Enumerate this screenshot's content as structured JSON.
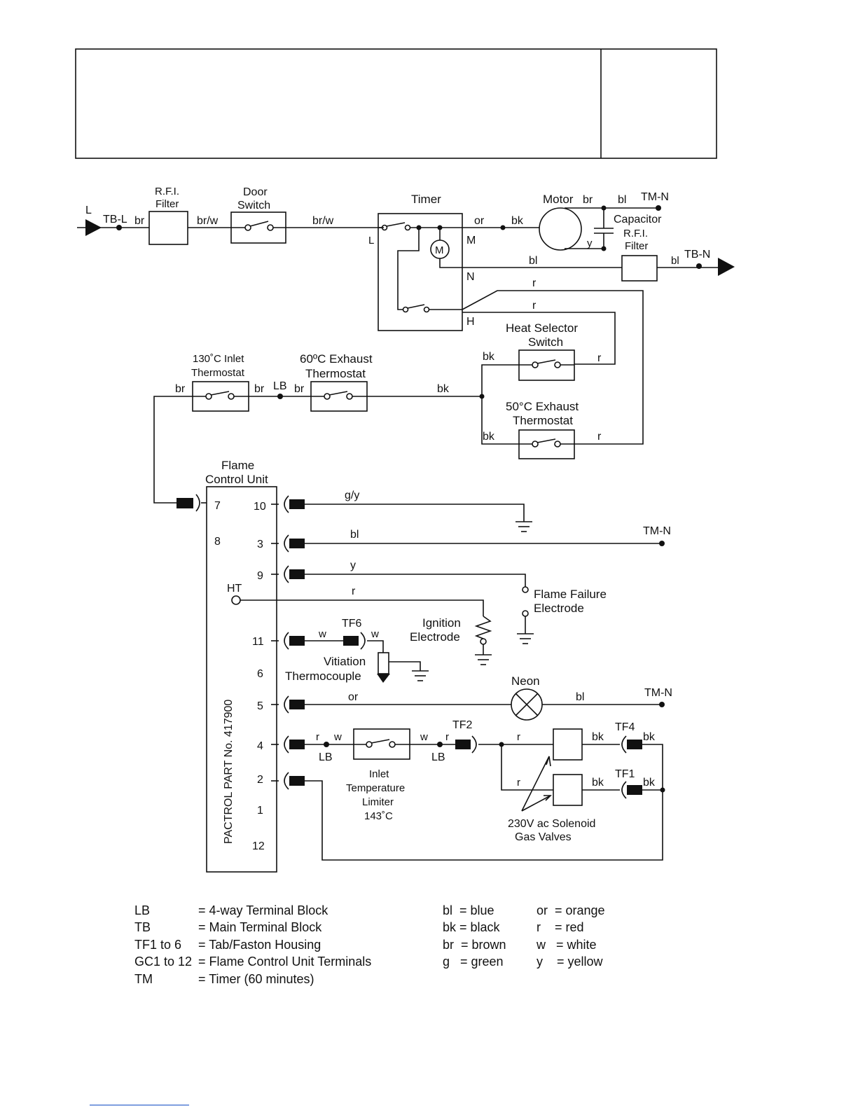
{
  "diagram": {
    "left_terminal": {
      "line": "L",
      "tb": "TB-L"
    },
    "rfi_filter": {
      "line1": "R.F.I.",
      "line2": "Filter"
    },
    "door_switch": {
      "line1": "Door",
      "line2": "Switch"
    },
    "timer": {
      "title": "Timer",
      "term_l": "L",
      "term_m": "M",
      "term_n": "N",
      "term_h": "H",
      "motor_symbol": "M"
    },
    "motor": {
      "label": "Motor",
      "capacitor": "Capacitor",
      "rfi_line1": "R.F.I.",
      "rfi_line2": "Filter",
      "tm_n": "TM-N",
      "tb_n": "TB-N"
    },
    "heat_selector": {
      "line1": "Heat Selector",
      "line2": "Switch"
    },
    "exhaust_50": {
      "line1": "50°C Exhaust",
      "line2": "Thermostat"
    },
    "inlet_130": {
      "line1": "130˚C Inlet",
      "line2": "Thermostat"
    },
    "exhaust_60": {
      "line1": "60ºC Exhaust",
      "line2": "Thermostat"
    },
    "lb": "LB",
    "fcu": {
      "line1": "Flame",
      "line2": "Control Unit",
      "part_no": "PACTROL PART No. 417900",
      "ht": "HT"
    },
    "fcu_terminals": {
      "t7": "7",
      "t8": "8",
      "t10": "10",
      "t3": "3",
      "t9": "9",
      "t11": "11",
      "t6": "6",
      "t5": "5",
      "t4": "4",
      "t2": "2",
      "t1": "1",
      "t12": "12"
    },
    "flame_failure": {
      "line1": "Flame Failure",
      "line2": "Electrode"
    },
    "ignition": {
      "line1": "Ignition",
      "line2": "Electrode"
    },
    "vitiation": {
      "line1": "Vitiation",
      "line2": "Thermocouple"
    },
    "neon": "Neon",
    "tf": {
      "tf1": "TF1",
      "tf2": "TF2",
      "tf4": "TF4",
      "tf6": "TF6"
    },
    "inlet_limiter": {
      "line1": "Inlet",
      "line2": "Temperature",
      "line3": "Limiter",
      "line4": "143˚C"
    },
    "solenoid": {
      "line1": "230V ac Solenoid",
      "line2": "Gas Valves"
    },
    "wires": {
      "br": "br",
      "br_w": "br/w",
      "or": "or",
      "bk": "bk",
      "bl": "bl",
      "r": "r",
      "y": "y",
      "w": "w",
      "g_y": "g/y"
    }
  },
  "legend": {
    "abbreviations": [
      {
        "code": "LB",
        "desc": "= 4-way Terminal Block"
      },
      {
        "code": "TB",
        "desc": "= Main Terminal Block"
      },
      {
        "code": "TF1 to 6",
        "desc": "= Tab/Faston Housing"
      },
      {
        "code": "GC1 to 12",
        "desc": "= Flame Control Unit Terminals"
      },
      {
        "code": "TM",
        "desc": "= Timer (60 minutes)"
      }
    ],
    "colors_left": [
      "bl  = blue",
      "bk = black",
      "br  = brown",
      "g   = green"
    ],
    "colors_right": [
      "or  = orange",
      "r    = red",
      "w   = white",
      "y    = yellow"
    ]
  }
}
